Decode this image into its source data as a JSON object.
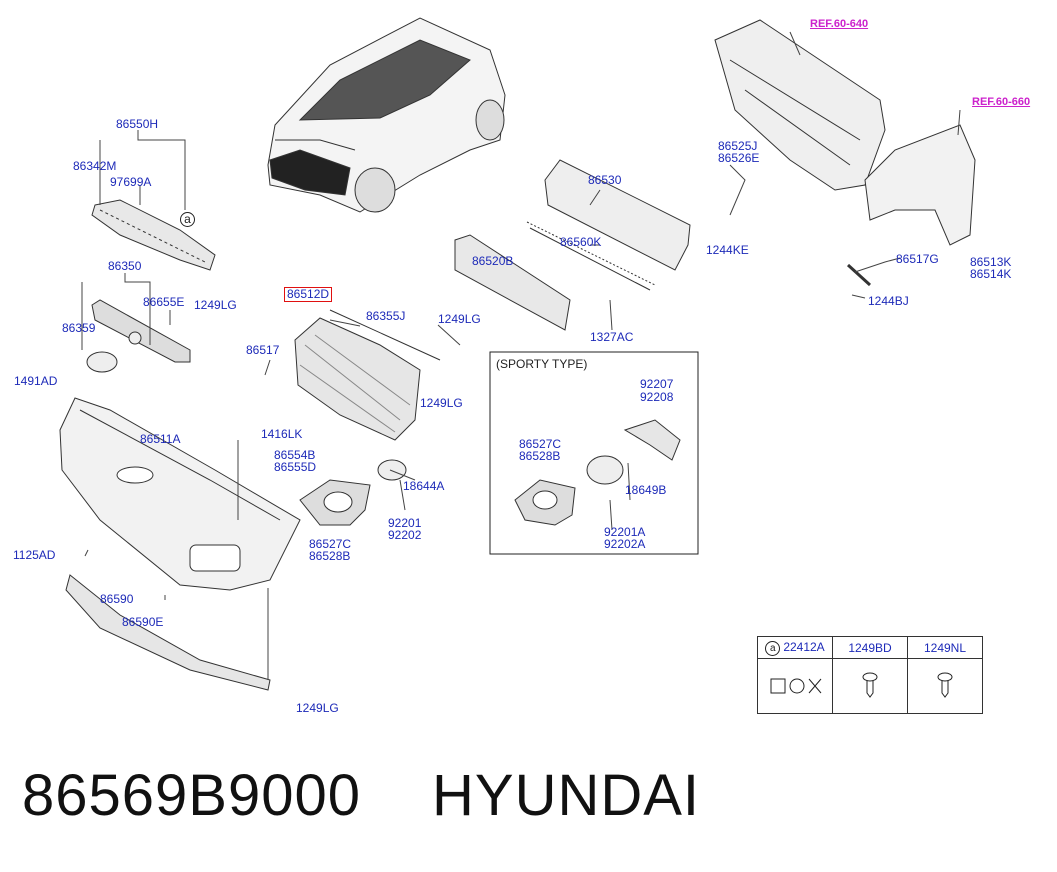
{
  "labels": {
    "l86550H": "86550H",
    "l86342M": "86342M",
    "l97699A": "97699A",
    "la": "a",
    "l86350": "86350",
    "l86655E": "86655E",
    "l1249LG_a": "1249LG",
    "l86359": "86359",
    "l1491AD": "1491AD",
    "l86512D": "86512D",
    "l86355J": "86355J",
    "l1249LG_b": "1249LG",
    "l86517": "86517",
    "l1249LG_c": "1249LG",
    "l86511A": "86511A",
    "l1416LK": "1416LK",
    "l86554B": "86554B",
    "l86555D": "86555D",
    "l18644A": "18644A",
    "l92201": "92201",
    "l92202": "92202",
    "l86527C": "86527C",
    "l86528B": "86528B",
    "l1125AD": "1125AD",
    "l86590": "86590",
    "l86590E": "86590E",
    "l1249LG_d": "1249LG",
    "l86520B": "86520B",
    "l86530": "86530",
    "l86560K": "86560K",
    "l1327AC": "1327AC",
    "l86525J": "86525J",
    "l86526E": "86526E",
    "l1244KE": "1244KE",
    "l86517G": "86517G",
    "l86513K": "86513K",
    "l86514K": "86514K",
    "l1244BJ": "1244BJ",
    "s92207": "92207",
    "s92208": "92208",
    "s86527C": "86527C",
    "s86528B": "86528B",
    "s18649B": "18649B",
    "s92201A": "92201A",
    "s92202A": "92202A"
  },
  "refs": {
    "ref1": "REF.60-640",
    "ref2": "REF.60-660"
  },
  "sporty_title": "(SPORTY TYPE)",
  "legend": {
    "a_mark": "a",
    "c1": "22412A",
    "c2": "1249BD",
    "c3": "1249NL"
  },
  "footer": {
    "part_number": "86569B9000",
    "brand": "HYUNDAI"
  },
  "colors": {
    "label": "#1d2ab8",
    "ref": "#cc22cc",
    "highlight": "#e01010",
    "line": "#333333"
  }
}
